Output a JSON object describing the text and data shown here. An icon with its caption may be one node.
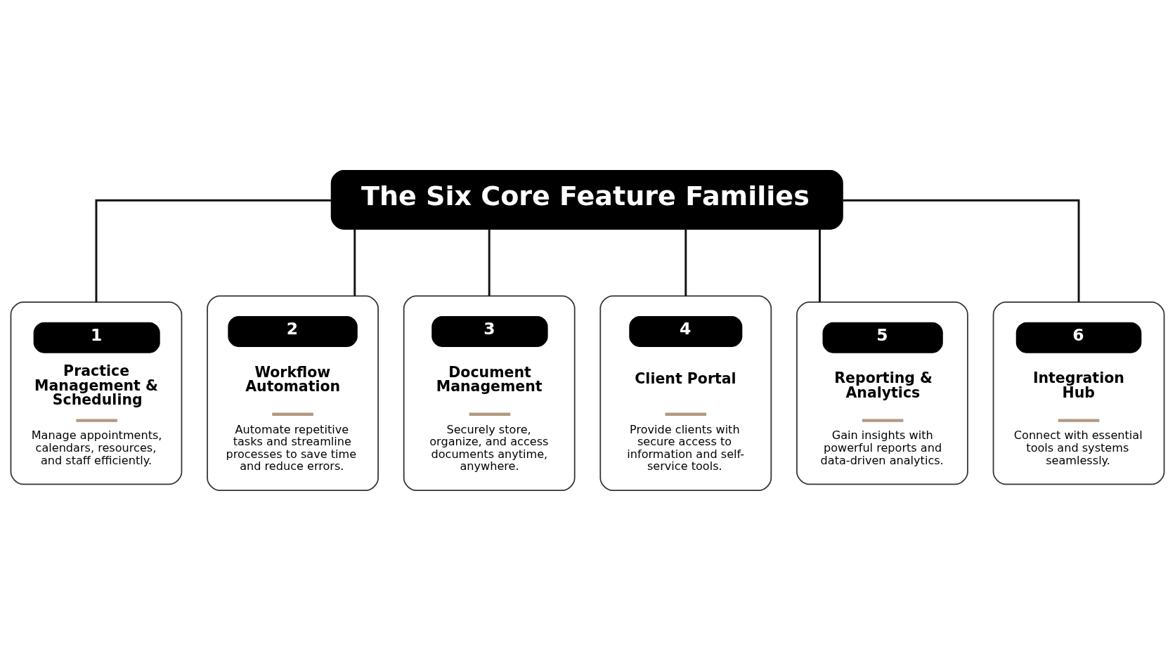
{
  "diagram": {
    "nodes": [
      {
        "text": [
          "The Six Core Feature Families"
        ]
      },
      {
        "text": [
          "1",
          "Practice Management & Scheduling",
          "Manage appointments, calendars, resources, and staff efficiently."
        ]
      },
      {
        "text": [
          "2",
          "Workflow Automation",
          "Automate repetitive tasks and streamline processes to save time and reduce errors."
        ]
      },
      {
        "text": [
          "3",
          "Document Management",
          "Securely store, organize, and access documents anytime, anywhere."
        ]
      },
      {
        "text": [
          "4",
          "Client Portal",
          "Provide clients with secure access to information and self-service tools."
        ]
      },
      {
        "text": [
          "5",
          "Reporting & Analytics",
          "Gain insights with powerful reports and data-driven analytics."
        ]
      },
      {
        "text": [
          "6",
          "Integration Hub",
          "Connect with essential tools and systems seamlessly."
        ]
      }
    ],
    "edges": [
      {
        "from": 0,
        "to": 1,
        "arrow": "none"
      },
      {
        "from": 0,
        "to": 2,
        "arrow": "none"
      },
      {
        "from": 0,
        "to": 3,
        "arrow": "none"
      },
      {
        "from": 0,
        "to": 4,
        "arrow": "none"
      },
      {
        "from": 0,
        "to": 5,
        "arrow": "none"
      },
      {
        "from": 0,
        "to": 6,
        "arrow": "none"
      }
    ]
  }
}
